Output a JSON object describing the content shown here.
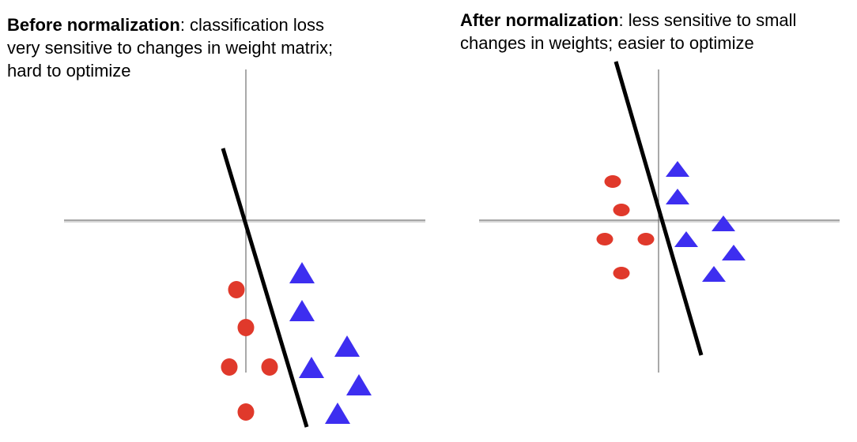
{
  "left_panel": {
    "caption_bold": "Before normalization",
    "caption_line1": ": classification loss",
    "caption_line2": "very sensitive to changes in weight matrix;",
    "caption_line3": "hard to optimize"
  },
  "right_panel": {
    "caption_bold": "After normalization",
    "caption_line1": ": less sensitive to small",
    "caption_line2": "changes in weights; easier to optimize"
  },
  "colors": {
    "circle": "#e0392b",
    "triangle": "#3d2ef0",
    "axis": "#707070",
    "boundary": "#000000"
  },
  "shape_icons": {
    "class_a": "red-circle-icon",
    "class_b": "blue-triangle-icon"
  }
}
